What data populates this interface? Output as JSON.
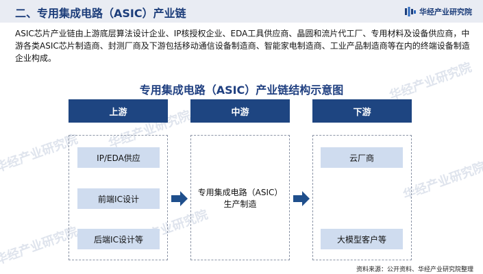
{
  "header": {
    "title": "二、专用集成电路（ASIC）产业链",
    "brand_icon": "company-logo-icon",
    "brand_name": "华经产业研究院"
  },
  "intro_text": "ASIC芯片产业链由上游底层算法设计企业、IP核授权企业、EDA工具供应商、晶圆和流片代工厂、专用材料及设备供应商，中游各类ASIC芯片制造商、封测厂商及下游包括移动通信设备制造商、智能家电制造商、工业产品制造商等在内的终端设备制造企业构成。",
  "watermark": "华经产业研究院",
  "diagram": {
    "title": "专用集成电路（ASIC）产业链结构示意图",
    "upstream": {
      "label": "上游",
      "items": [
        "IP/EDA供应",
        "前端IC设计",
        "后端IC设计等"
      ]
    },
    "midstream": {
      "label": "中游",
      "item_line1": "专用集成电路（ASIC）",
      "item_line2": "生产制造"
    },
    "downstream": {
      "label": "下游",
      "items": [
        "云厂商",
        "大模型客户等"
      ]
    }
  },
  "source": "资料来源：公开资料、华经产业研究院整理",
  "colors": {
    "header_bg": "#e9ecf3",
    "title_blue": "#1c3d7a",
    "stage_header_bg": "#1e4581",
    "item_bg": "#cfdcef",
    "arrow": "#1f4f8c"
  }
}
